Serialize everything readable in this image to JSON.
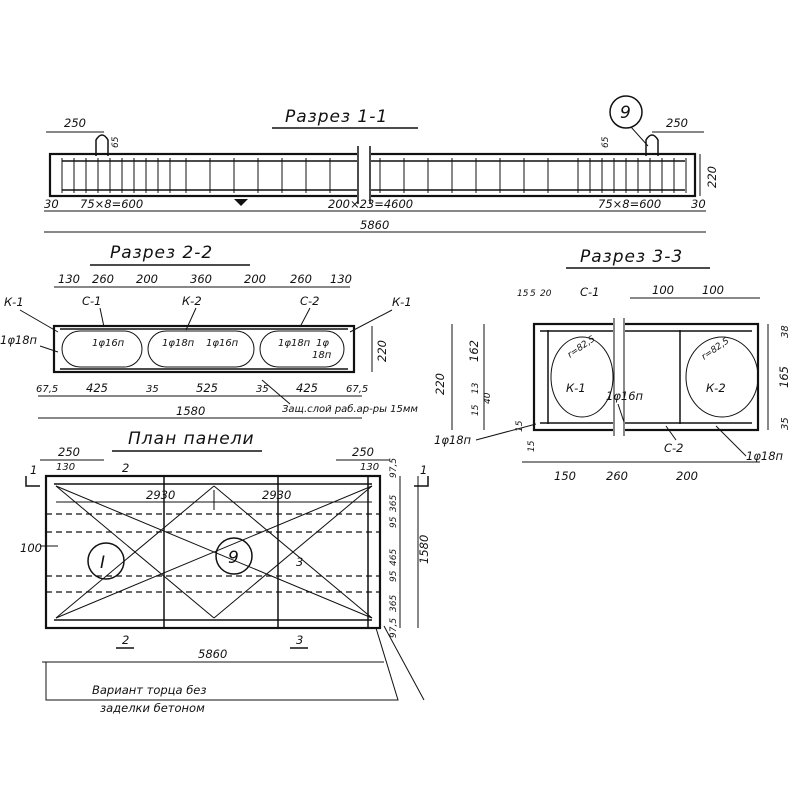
{
  "sections": {
    "s11": {
      "title": "Разрез 1-1",
      "dims": {
        "left_top": "250",
        "left_small": "65",
        "right_small": "65",
        "right_top": "250",
        "height": "220",
        "left_edge": "30",
        "left_pitch": "75×8=600",
        "middle_pitch": "200×23=4600",
        "right_pitch": "75×8=600",
        "right_edge": "30",
        "total": "5860"
      },
      "callout": "9"
    },
    "s22": {
      "title": "Разрез 2-2",
      "top_dims": [
        "130",
        "260",
        "200",
        "360",
        "200",
        "260",
        "130"
      ],
      "labels": {
        "c1": "С-1",
        "k2": "К-2",
        "c2": "С-2",
        "k1l": "К-1",
        "k1r": "К-1",
        "bar_left": "1φ18п"
      },
      "bars": [
        "1φ16п",
        "1φ18п",
        "1φ16п",
        "1φ18п",
        "1φ",
        "18п"
      ],
      "height": "220",
      "bottom_dims": [
        "67,5",
        "425",
        "35",
        "525",
        "35",
        "425",
        "67,5"
      ],
      "total": "1580",
      "cover_note": "Защ.слой раб.ар-ры 15мм"
    },
    "s33": {
      "title": "Разрез 3-3",
      "top_dims": [
        "15",
        "5",
        "20",
        "100",
        "100"
      ],
      "labels": {
        "c1": "С-1",
        "k1": "К-1",
        "k2": "К-2",
        "c2": "С-2"
      },
      "radius1": "r=82,5",
      "radius2": "r=82,5",
      "bar_mid": "1φ16п",
      "bar_left": "1φ18п",
      "bar_right": "1φ18п",
      "left_dims": [
        "220",
        "162",
        "13",
        "15",
        "40",
        "15",
        "15"
      ],
      "right_dims": [
        "38",
        "165",
        "35"
      ],
      "bottom_dims": [
        "150",
        "260",
        "200"
      ]
    },
    "plan": {
      "title": "План панели",
      "top_dims": [
        "250",
        "250",
        "130",
        "130"
      ],
      "marks": {
        "s1l": "1",
        "s1r": "1",
        "s2t": "2",
        "s2b": "2",
        "s3m": "3",
        "s3b": "3"
      },
      "span_left": "2930",
      "span_right": "2930",
      "left_dim": "100",
      "right_dims": [
        "97,5",
        "365",
        "95",
        "465",
        "95",
        "365",
        "97,5"
      ],
      "total_width": "1580",
      "callout_1": "I",
      "callout_9": "9",
      "length": "5860",
      "note_line1": "Вариант торца без",
      "note_line2": "заделки бетоном"
    }
  }
}
